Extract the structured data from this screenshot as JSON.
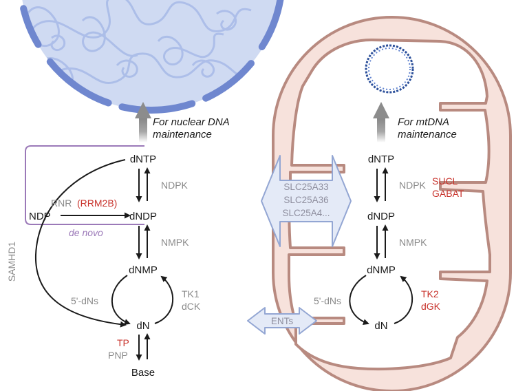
{
  "colors": {
    "nucleus_fill": "#cfdaf2",
    "nucleus_border": "#6f87cf",
    "mito_outer": "#f7e2dc",
    "mito_border": "#b88a80",
    "dna_strand": "#2b4f9a",
    "enzyme_red": "#c8322b",
    "enzyme_gray": "#8a8a8a",
    "de_novo_purple": "#9b79b8",
    "transporter_fill": "#e4eaf7",
    "transporter_border": "#93a6d3"
  },
  "cytosol": {
    "nuclear_label_line1": "For nuclear DNA",
    "nuclear_label_line2": "maintenance",
    "dNTP": "dNTP",
    "dNDP": "dNDP",
    "dNMP": "dNMP",
    "dN": "dN",
    "NDP": "NDP",
    "Base": "Base",
    "NDPK": "NDPK",
    "NMPK": "NMPK",
    "RNR": "RNR",
    "RRM2B": "(RRM2B)",
    "de_novo": "de novo",
    "SAMHD1": "SAMHD1",
    "dNs": "5'-dNs",
    "TK1": "TK1",
    "dCK": "dCK",
    "TP": "TP",
    "PNP": "PNP"
  },
  "mitochondria": {
    "mt_label_line1": "For mtDNA",
    "mt_label_line2": "maintenance",
    "dNTP": "dNTP",
    "dNDP": "dNDP",
    "dNMP": "dNMP",
    "dN": "dN",
    "NDPK": "NDPK",
    "SUCL": "SUCL",
    "GABAT": "GABAT",
    "NMPK": "NMPK",
    "dNs": "5'-dNs",
    "TK2": "TK2",
    "dGK": "dGK"
  },
  "transporters": {
    "slc1": "SLC25A33",
    "slc2": "SLC25A36",
    "slc3": "SLC25A4...",
    "ents": "ENTs"
  }
}
